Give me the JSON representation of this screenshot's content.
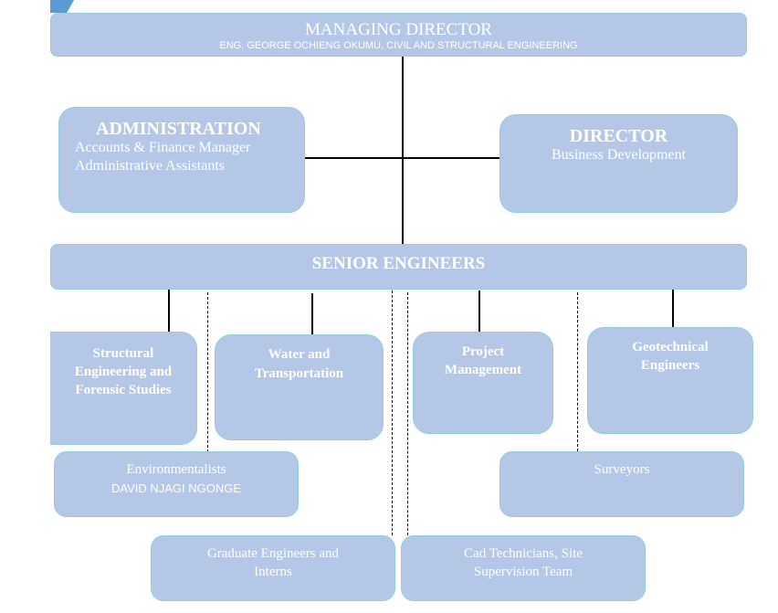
{
  "chart_title": "Organizational Structure",
  "managing_director": {
    "title": "MANAGING DIRECTOR",
    "subtitle": "ENG. GEORGE OCHIENG OKUMU, CIVIL AND STRUCTURAL ENGINEERING"
  },
  "administration": {
    "title": "ADMINISTRATION",
    "lines": [
      "Accounts & Finance Manager",
      "Administrative Assistants"
    ]
  },
  "director": {
    "title": "DIRECTOR",
    "subtitle": "Business Development"
  },
  "senior_engineers": {
    "title": "SENIOR ENGINEERS"
  },
  "departments": [
    {
      "label_lines": [
        "Structural",
        "Engineering and",
        "Forensic Studies"
      ]
    },
    {
      "label_lines": [
        "Water and",
        "Transportation"
      ]
    },
    {
      "label_lines": [
        "Project",
        "Management"
      ]
    },
    {
      "label_lines": [
        "Geotechnical",
        "Engineers"
      ]
    }
  ],
  "environmentalists": {
    "title": "Environmentalists",
    "person": "DAVID NJAGI NGONGE"
  },
  "surveyors": {
    "title": "Surveyors"
  },
  "graduates": {
    "label_lines": [
      "Graduate Engineers and",
      "Interns"
    ]
  },
  "cad": {
    "label_lines": [
      "Cad Technicians, Site",
      "Supervision Team"
    ]
  },
  "colors": {
    "box_fill": "#b4c7e7",
    "box_border": "#92cddc",
    "text": "#ffffff",
    "accent": "#5b9bd5"
  }
}
